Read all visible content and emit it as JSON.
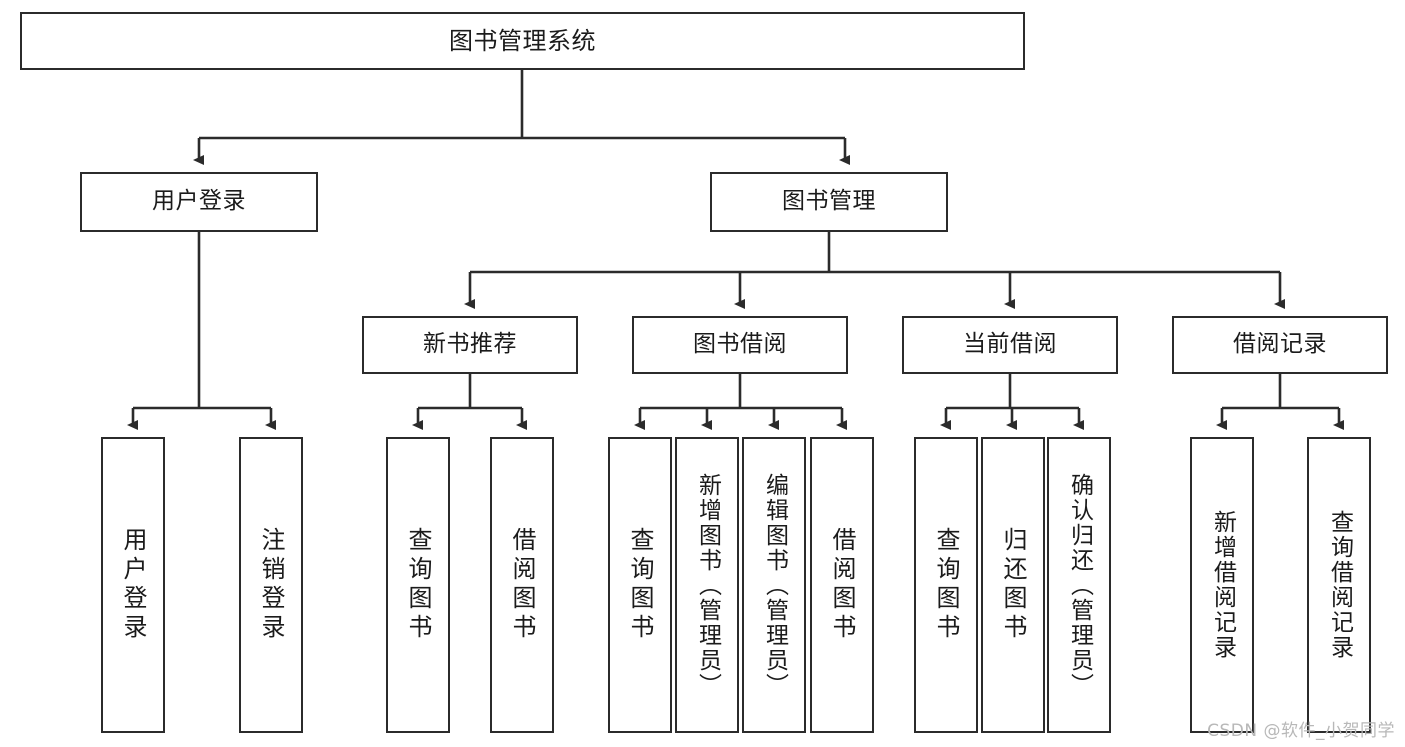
{
  "diagram": {
    "title": "图书管理系统",
    "type": "tree-hierarchy-chart",
    "watermark": "CSDN @软件_小贺同学",
    "colors": {
      "stroke": "#2b2b2b",
      "fill": "#ffffff",
      "text": "#1b1b1b",
      "watermark": "#b8b8b8"
    },
    "nodes": {
      "root": {
        "label": "图书管理系统"
      },
      "level1": [
        {
          "id": "user-login",
          "label": "用户登录"
        },
        {
          "id": "book-management",
          "label": "图书管理"
        }
      ],
      "level2": [
        {
          "id": "new-book-recommend",
          "label": "新书推荐"
        },
        {
          "id": "book-borrow",
          "label": "图书借阅"
        },
        {
          "id": "current-borrow",
          "label": "当前借阅"
        },
        {
          "id": "borrow-record",
          "label": "借阅记录"
        }
      ],
      "leaves": {
        "user-login": [
          {
            "id": "leaf-user-login",
            "label": "用户登录"
          },
          {
            "id": "leaf-logout-login",
            "label": "注销登录"
          }
        ],
        "new-book-recommend": [
          {
            "id": "leaf-query-book-1",
            "label": "查询图书"
          },
          {
            "id": "leaf-borrow-book-1",
            "label": "借阅图书"
          }
        ],
        "book-borrow": [
          {
            "id": "leaf-query-book-2",
            "label": "查询图书"
          },
          {
            "id": "leaf-add-book",
            "label": "新增图书（管理员）"
          },
          {
            "id": "leaf-edit-book",
            "label": "编辑图书（管理员）"
          },
          {
            "id": "leaf-borrow-book-2",
            "label": "借阅图书"
          }
        ],
        "current-borrow": [
          {
            "id": "leaf-query-book-3",
            "label": "查询图书"
          },
          {
            "id": "leaf-return-book",
            "label": "归还图书"
          },
          {
            "id": "leaf-confirm-return",
            "label": "确认归还（管理员）"
          }
        ],
        "borrow-record": [
          {
            "id": "leaf-add-borrow-record",
            "label": "新增借阅记录"
          },
          {
            "id": "leaf-query-borrow-record",
            "label": "查询借阅记录"
          }
        ]
      }
    }
  }
}
